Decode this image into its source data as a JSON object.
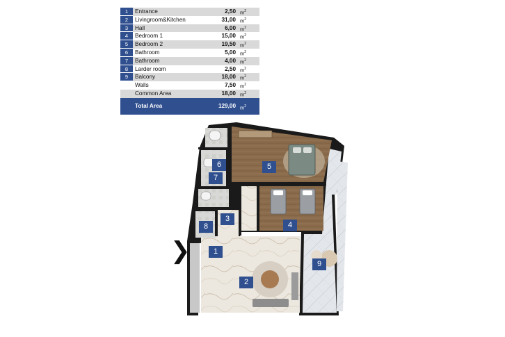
{
  "area_table": {
    "rows": [
      {
        "num": "1",
        "name": "Entrance",
        "value": "2,50",
        "unit": "m"
      },
      {
        "num": "2",
        "name": "Livingroom&Kitchen",
        "value": "31,00",
        "unit": "m"
      },
      {
        "num": "3",
        "name": "Hall",
        "value": "6,00",
        "unit": "m"
      },
      {
        "num": "4",
        "name": "Bedroom 1",
        "value": "15,00",
        "unit": "m"
      },
      {
        "num": "5",
        "name": "Bedroom 2",
        "value": "19,50",
        "unit": "m"
      },
      {
        "num": "6",
        "name": "Bathroom",
        "value": "5,00",
        "unit": "m"
      },
      {
        "num": "7",
        "name": "Bathroom",
        "value": "4,00",
        "unit": "m"
      },
      {
        "num": "8",
        "name": "Larder room",
        "value": "2,50",
        "unit": "m"
      },
      {
        "num": "9",
        "name": "Balcony",
        "value": "18,00",
        "unit": "m"
      },
      {
        "num": "",
        "name": "Walls",
        "value": "7,50",
        "unit": "m"
      },
      {
        "num": "",
        "name": "Common Area",
        "value": "18,00",
        "unit": "m"
      }
    ],
    "unit_superscript": "2",
    "total": {
      "name": "Total Area",
      "value": "129,00",
      "unit": "m"
    }
  },
  "floor_plan": {
    "room_labels": [
      "1",
      "2",
      "3",
      "4",
      "5",
      "6",
      "7",
      "8",
      "9"
    ],
    "entrance_arrow": "❯",
    "colors": {
      "label_bg": "#2f4f8f",
      "wall": "#1a1a1a",
      "wood_floor": "#8a6b4c",
      "marble": "#e8e3db",
      "balcony_tile": "#dfe3e8"
    }
  }
}
